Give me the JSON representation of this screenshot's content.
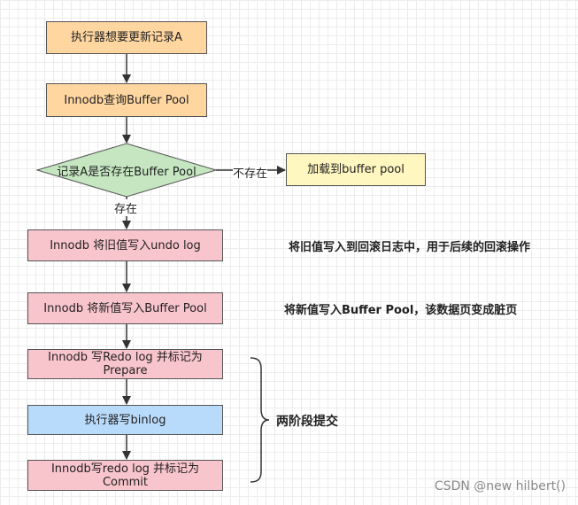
{
  "flow": {
    "step1": "执行器想要更新记录A",
    "step2": "Innodb查询Buffer Pool",
    "decision": "记录A是否存在Buffer Pool",
    "no_label": "不存在",
    "load": "加载到buffer pool",
    "yes_label": "存在",
    "step3": "Innodb 将旧值写入undo log",
    "step4": "Innodb 将新值写入Buffer Pool",
    "step5_line1": "Innodb 写Redo log 并标记为",
    "step5_line2": "Prepare",
    "step6": "执行器写binlog",
    "step7_line1": "Innodb写redo log 并标记为",
    "step7_line2": "Commit"
  },
  "notes": {
    "undo": "将旧值写入到回滚日志中，用于后续的回滚操作",
    "buffer": "将新值写入Buffer Pool，该数据页变成脏页",
    "two_phase": "两阶段提交"
  },
  "watermark": "CSDN @new hilbert()",
  "colors": {
    "orange": "#ffd6a0",
    "yellow": "#fff6c0",
    "pink": "#f9c5cc",
    "blue": "#b9dbfb",
    "green": "#c5e6c1"
  }
}
